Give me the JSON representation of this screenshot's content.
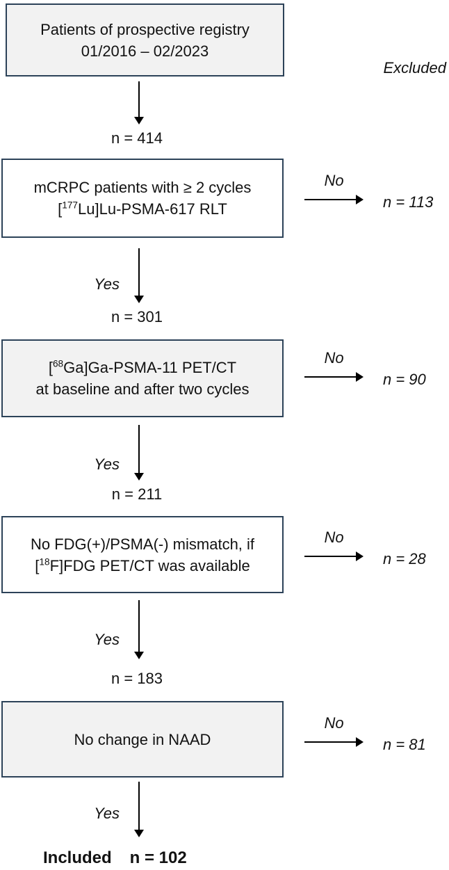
{
  "excluded_header": "Excluded",
  "rows": [
    {
      "box": {
        "lines": [
          [
            {
              "t": "Patients of prospective registry"
            }
          ],
          [
            {
              "t": "01/2016 – 02/2023"
            }
          ]
        ],
        "shaded": true
      },
      "down": {
        "label": "",
        "n": "n = 414"
      },
      "right": null
    },
    {
      "box": {
        "lines": [
          [
            {
              "t": "mCRPC patients with ≥ 2 cycles"
            }
          ],
          [
            {
              "t": "["
            },
            {
              "t": "177",
              "sup": true
            },
            {
              "t": "Lu]Lu-PSMA-617 RLT"
            }
          ]
        ],
        "shaded": false
      },
      "down": {
        "label": "Yes",
        "n": "n = 301"
      },
      "right": {
        "label": "No",
        "n": "n = 113"
      }
    },
    {
      "box": {
        "lines": [
          [
            {
              "t": "["
            },
            {
              "t": "68",
              "sup": true
            },
            {
              "t": "Ga]Ga-PSMA-11 PET/CT"
            }
          ],
          [
            {
              "t": "at baseline and after two cycles"
            }
          ]
        ],
        "shaded": true
      },
      "down": {
        "label": "Yes",
        "n": "n = 211"
      },
      "right": {
        "label": "No",
        "n": "n = 90"
      }
    },
    {
      "box": {
        "lines": [
          [
            {
              "t": "No FDG(+)/PSMA(-) mismatch, if"
            }
          ],
          [
            {
              "t": "["
            },
            {
              "t": "18",
              "sup": true
            },
            {
              "t": "F]FDG PET/CT was available"
            }
          ]
        ],
        "shaded": false
      },
      "down": {
        "label": "Yes",
        "n": "n = 183"
      },
      "right": {
        "label": "No",
        "n": "n = 28"
      }
    },
    {
      "box": {
        "lines": [
          [
            {
              "t": "No change in NAAD"
            }
          ]
        ],
        "shaded": true
      },
      "down": {
        "label": "Yes",
        "n": ""
      },
      "right": {
        "label": "No",
        "n": "n = 81"
      }
    }
  ],
  "footer": {
    "included_label": "Included",
    "included_n": "n = 102"
  },
  "colors": {
    "box_border": "#2c4258",
    "box_fill_shaded": "#f2f2f2",
    "box_fill_plain": "#ffffff",
    "arrow": "#000000",
    "text": "#121212"
  }
}
